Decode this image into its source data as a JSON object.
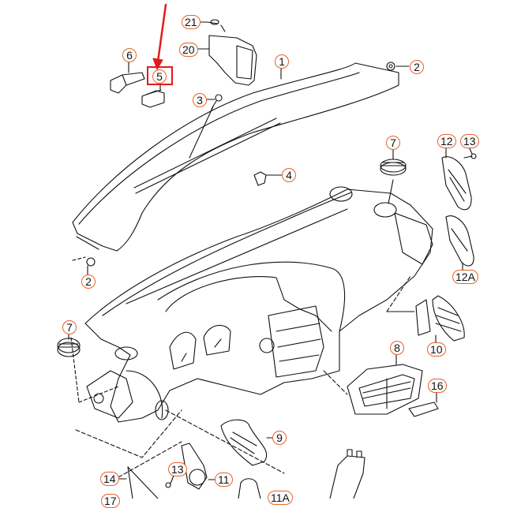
{
  "diagram": {
    "type": "exploded-parts-view",
    "subject": "dashboard / instrument panel assembly",
    "callout_color": "#e8612a",
    "highlight_color": "#e01b1b",
    "highlighted_part": "5",
    "callouts": [
      {
        "id": "c1",
        "label": "1"
      },
      {
        "id": "c2a",
        "label": "2"
      },
      {
        "id": "c2b",
        "label": "2"
      },
      {
        "id": "c3",
        "label": "3"
      },
      {
        "id": "c4",
        "label": "4"
      },
      {
        "id": "c5",
        "label": "5"
      },
      {
        "id": "c6",
        "label": "6"
      },
      {
        "id": "c7a",
        "label": "7"
      },
      {
        "id": "c7b",
        "label": "7"
      },
      {
        "id": "c8",
        "label": "8"
      },
      {
        "id": "c9",
        "label": "9"
      },
      {
        "id": "c10",
        "label": "10"
      },
      {
        "id": "c11",
        "label": "11"
      },
      {
        "id": "c11a",
        "label": "11A"
      },
      {
        "id": "c12",
        "label": "12"
      },
      {
        "id": "c12a",
        "label": "12A"
      },
      {
        "id": "c13a",
        "label": "13"
      },
      {
        "id": "c13b",
        "label": "13"
      },
      {
        "id": "c14",
        "label": "14"
      },
      {
        "id": "c16",
        "label": "16"
      },
      {
        "id": "c17",
        "label": "17"
      },
      {
        "id": "c20",
        "label": "20"
      },
      {
        "id": "c21",
        "label": "21"
      }
    ]
  }
}
